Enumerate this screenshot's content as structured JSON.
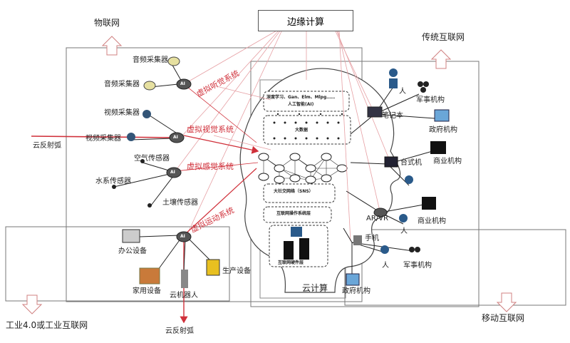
{
  "regions": {
    "iot": "物联网",
    "edge": "边缘计算",
    "traditional": "传统互联网",
    "mobile": "移动互联网",
    "industrial": "工业4.0或工业互联网",
    "cloud": "云计算"
  },
  "reflex": {
    "left": "云反射弧",
    "bottom": "云反射弧"
  },
  "virtual_systems": {
    "hearing": "虚拟听觉系统",
    "vision": "虚拟视觉系统",
    "sense": "虚拟感觉系统",
    "motion": "虚拟运动系统"
  },
  "sensors": {
    "audio1": "音频采集器",
    "audio2": "音频采集器",
    "video1": "视频采集器",
    "video2": "视频采集器",
    "air": "空气传感器",
    "water": "水系传感器",
    "soil": "土壤传感器"
  },
  "devices": {
    "office": "办公设备",
    "home": "家用设备",
    "robot": "云机器人",
    "production": "生产设备"
  },
  "brain": {
    "ai_layer": "深度学习、Gan、Elm、Mlpg……",
    "ai_title": "人工智能(AI)",
    "bigdata": "大数据",
    "sns": "大社交网络（SNS）",
    "os": "互联网操作系统层",
    "hw": "互联网硬件层"
  },
  "right": {
    "person1": "人",
    "military1": "军事机构",
    "laptop": "笔记本",
    "gov1": "政府机构",
    "desktop": "台式机",
    "business1": "商业机构",
    "arvr": "AR/VR",
    "person2": "人",
    "business2": "商业机构",
    "phone": "手机",
    "person3": "人",
    "military2": "军事机构",
    "gov2": "政府机构"
  },
  "ai_tag": "AI",
  "colors": {
    "red_line": "#d0303a",
    "light_red": "#e6a0a4",
    "arrow_outline": "#d07070",
    "box_line": "#666666"
  }
}
